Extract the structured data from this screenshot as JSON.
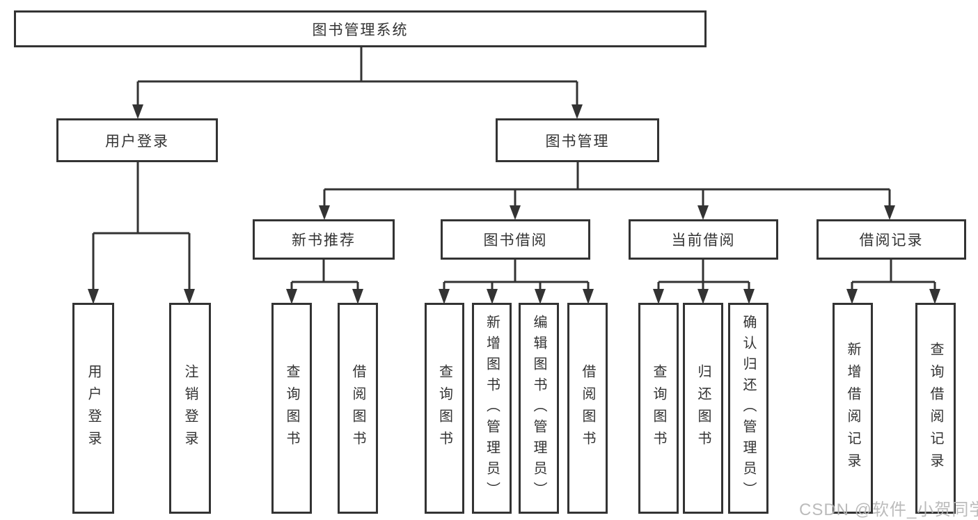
{
  "watermark": {
    "text": "CSDN @软件_小贺同学"
  },
  "colors": {
    "line": "#333333",
    "box_border": "#333333",
    "text": "#333333",
    "background": "#ffffff",
    "watermark": "#b4b4b4"
  },
  "chart_data": {
    "type": "tree-diagram",
    "title": "图书管理系统"
  },
  "tree": {
    "label": "图书管理系统",
    "children": [
      {
        "label": "用户登录",
        "children": [
          {
            "label": "用户登录"
          },
          {
            "label": "注销登录"
          }
        ]
      },
      {
        "label": "图书管理",
        "children": [
          {
            "label": "新书推荐",
            "children": [
              {
                "label": "查询图书"
              },
              {
                "label": "借阅图书"
              }
            ]
          },
          {
            "label": "图书借阅",
            "children": [
              {
                "label": "查询图书"
              },
              {
                "label": "新增图书（管理员）"
              },
              {
                "label": "编辑图书（管理员）"
              },
              {
                "label": "借阅图书"
              }
            ]
          },
          {
            "label": "当前借阅",
            "children": [
              {
                "label": "查询图书"
              },
              {
                "label": "归还图书"
              },
              {
                "label": "确认归还（管理员）"
              }
            ]
          },
          {
            "label": "借阅记录",
            "children": [
              {
                "label": "新增借阅记录"
              },
              {
                "label": "查询借阅记录"
              }
            ]
          }
        ]
      }
    ]
  }
}
